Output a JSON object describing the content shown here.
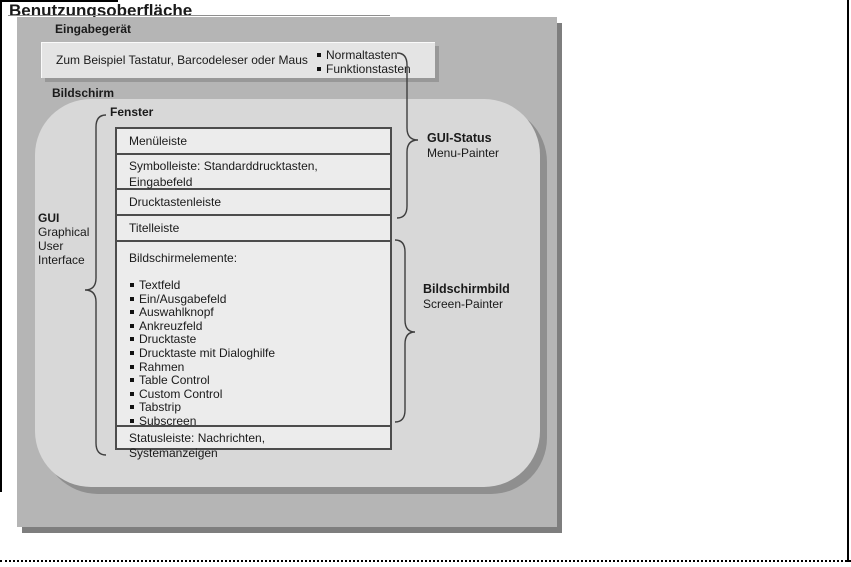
{
  "page": {
    "title": "Benutzungsoberfläche"
  },
  "colors": {
    "canvas_bg": "#b5b5b5",
    "canvas_shadow": "#7e7e7e",
    "screen_shape_bg": "#d8d8d8",
    "box_bg": "#ececec",
    "input_box_bg": "#e4e4e4",
    "border": "#4c4c4c",
    "text": "#1a1a1a"
  },
  "diagram": {
    "input_device": {
      "label": "Eingabegerät",
      "description": "Zum Beispiel Tastatur, Barcodeleser oder Maus",
      "bullets": [
        "Normaltasten",
        "Funktionstasten"
      ]
    },
    "screen_label": "Bildschirm",
    "window": {
      "label": "Fenster",
      "bars": [
        "Menüleiste",
        "Symbolleiste: Standarddrucktasten, Eingabefeld",
        "Drucktastenleiste",
        "Titelleiste"
      ],
      "screen_elements": {
        "title": "Bildschirmelemente:",
        "items": [
          "Textfeld",
          "Ein/Ausgabefeld",
          "Auswahlknopf",
          "Ankreuzfeld",
          "Drucktaste",
          "Drucktaste mit Dialoghilfe",
          "Rahmen",
          "Table Control",
          "Custom Control",
          "Tabstrip",
          "Subscreen"
        ]
      },
      "status_bar": "Statusleiste: Nachrichten, Systemanzeigen"
    },
    "gui": {
      "title": "GUI",
      "lines": [
        "Graphical",
        "User",
        "Interface"
      ]
    },
    "gui_status": {
      "title": "GUI-Status",
      "subtitle": "Menu-Painter"
    },
    "screen_image": {
      "title": "Bildschirmbild",
      "subtitle": "Screen-Painter"
    }
  }
}
